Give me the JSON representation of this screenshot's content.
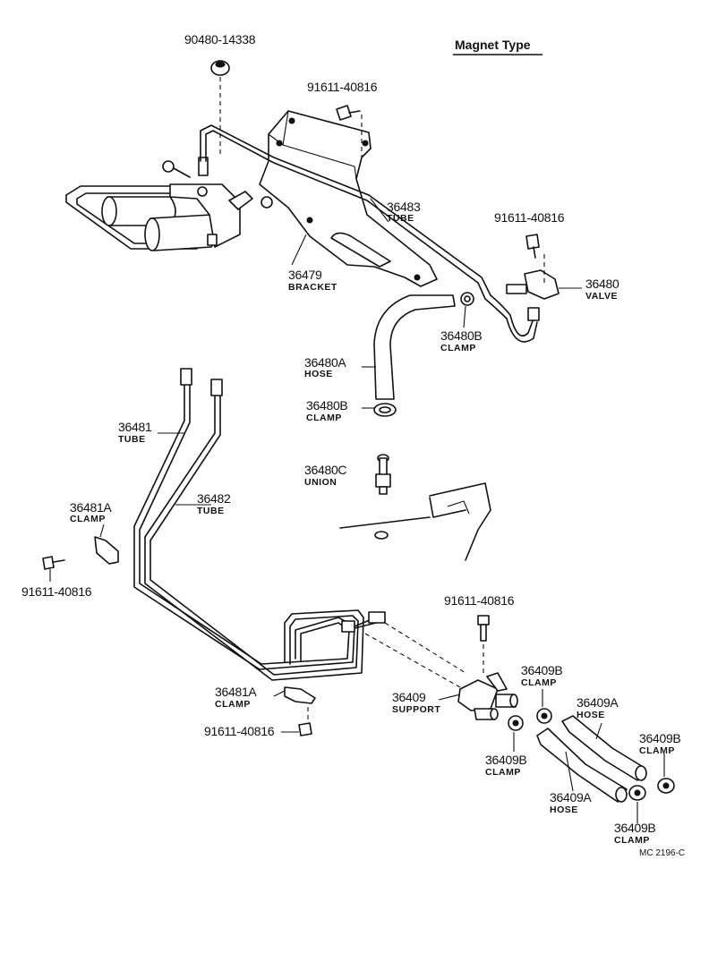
{
  "title": "Magnet Type",
  "diagram_code": "MC 2196-C",
  "callouts": [
    {
      "id": "c1",
      "part_no": "90480-14338",
      "name": ""
    },
    {
      "id": "c2",
      "part_no": "91611-40816",
      "name": ""
    },
    {
      "id": "c3",
      "part_no": "36483",
      "name": "TUBE"
    },
    {
      "id": "c4",
      "part_no": "91611-40816",
      "name": ""
    },
    {
      "id": "c5",
      "part_no": "36479",
      "name": "BRACKET"
    },
    {
      "id": "c6",
      "part_no": "36480",
      "name": "VALVE"
    },
    {
      "id": "c7",
      "part_no": "36480B",
      "name": "CLAMP"
    },
    {
      "id": "c8",
      "part_no": "36480A",
      "name": "HOSE"
    },
    {
      "id": "c9",
      "part_no": "36480B",
      "name": "CLAMP"
    },
    {
      "id": "c10",
      "part_no": "36481",
      "name": "TUBE"
    },
    {
      "id": "c11",
      "part_no": "36480C",
      "name": "UNION"
    },
    {
      "id": "c12",
      "part_no": "36482",
      "name": "TUBE"
    },
    {
      "id": "c13",
      "part_no": "36481A",
      "name": "CLAMP"
    },
    {
      "id": "c14",
      "part_no": "91611-40816",
      "name": ""
    },
    {
      "id": "c15",
      "part_no": "91611-40816",
      "name": ""
    },
    {
      "id": "c16",
      "part_no": "36409B",
      "name": "CLAMP"
    },
    {
      "id": "c17",
      "part_no": "36409A",
      "name": "HOSE"
    },
    {
      "id": "c18",
      "part_no": "36481A",
      "name": "CLAMP"
    },
    {
      "id": "c19",
      "part_no": "36409",
      "name": "SUPPORT"
    },
    {
      "id": "c20",
      "part_no": "36409B",
      "name": "CLAMP"
    },
    {
      "id": "c21",
      "part_no": "91611-40816",
      "name": ""
    },
    {
      "id": "c22",
      "part_no": "36409B",
      "name": "CLAMP"
    },
    {
      "id": "c23",
      "part_no": "36409A",
      "name": "HOSE"
    },
    {
      "id": "c24",
      "part_no": "36409B",
      "name": "CLAMP"
    }
  ]
}
